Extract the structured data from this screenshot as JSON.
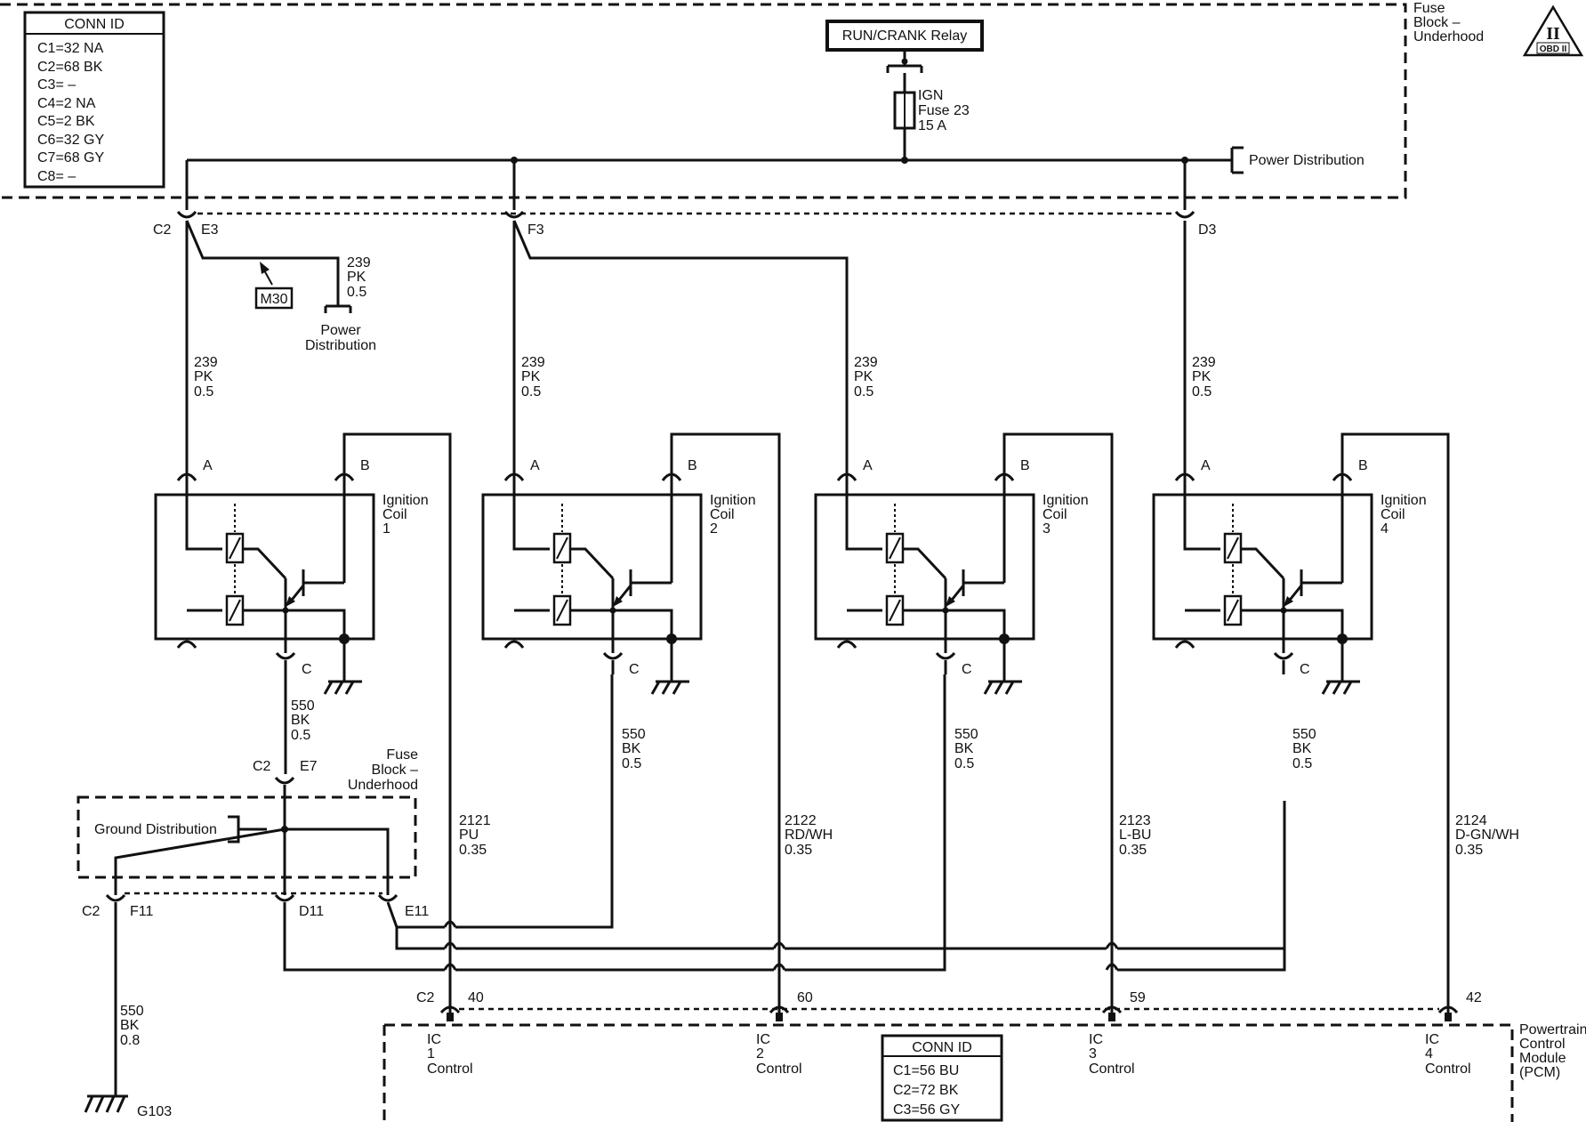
{
  "conn_id_top": {
    "title": "CONN ID",
    "items": [
      "C1=32 NA",
      "C2=68 BK",
      "C3= –",
      "C4=2 NA",
      "C5=2 BK",
      "C6=32 GY",
      "C7=68 GY",
      "C8= –"
    ]
  },
  "conn_id_pcm": {
    "title": "CONN ID",
    "items": [
      "C1=56 BU",
      "C2=72 BK",
      "C3=56 GY"
    ]
  },
  "relay": {
    "label": "RUN/CRANK Relay"
  },
  "fuse": {
    "lines": [
      "IGN",
      "Fuse 23",
      "15 A"
    ]
  },
  "fuse_block_top": {
    "lines": [
      "Fuse",
      "Block –",
      "Underhood"
    ]
  },
  "fuse_block_mid": {
    "lines": [
      "Fuse",
      "Block –",
      "Underhood"
    ]
  },
  "obd_badge": {
    "roman": "II",
    "text": "OBD II"
  },
  "power_distribution_right": "Power Distribution",
  "power_distribution_branch": {
    "lines": [
      "Power",
      "Distribution"
    ]
  },
  "m30": "M30",
  "ground_distribution": "Ground Distribution",
  "ground": "G103",
  "pcm": {
    "lines": [
      "Powertrain",
      "Control",
      "Module",
      "(PCM)"
    ]
  },
  "connectors_top": [
    {
      "conn": "C2",
      "pin": "E3"
    },
    {
      "pin": "F3"
    },
    {
      "pin": "D3"
    }
  ],
  "connector_mid": {
    "conn": "C2",
    "pin": "E7"
  },
  "connectors_ground": [
    {
      "conn": "C2",
      "pin": "F11"
    },
    {
      "pin": "D11"
    },
    {
      "pin": "E11"
    }
  ],
  "pcm_connector": {
    "conn": "C2",
    "pins": [
      "40",
      "60",
      "59",
      "42"
    ]
  },
  "branch_wire": [
    "239",
    "PK",
    "0.5"
  ],
  "feed_wires": [
    [
      "239",
      "PK",
      "0.5"
    ],
    [
      "239",
      "PK",
      "0.5"
    ],
    [
      "239",
      "PK",
      "0.5"
    ],
    [
      "239",
      "PK",
      "0.5"
    ]
  ],
  "coils": [
    {
      "lines": [
        "Ignition",
        "Coil",
        "1"
      ],
      "pins": [
        "A",
        "B",
        "C"
      ],
      "ground_wire": [
        "550",
        "BK",
        "0.5"
      ],
      "control_wire": [
        "2121",
        "PU",
        "0.35"
      ],
      "pcm_label": [
        "IC",
        "1",
        "Control"
      ]
    },
    {
      "lines": [
        "Ignition",
        "Coil",
        "2"
      ],
      "pins": [
        "A",
        "B",
        "C"
      ],
      "ground_wire": [
        "550",
        "BK",
        "0.5"
      ],
      "control_wire": [
        "2122",
        "RD/WH",
        "0.35"
      ],
      "pcm_label": [
        "IC",
        "2",
        "Control"
      ]
    },
    {
      "lines": [
        "Ignition",
        "Coil",
        "3"
      ],
      "pins": [
        "A",
        "B",
        "C"
      ],
      "ground_wire": [
        "550",
        "BK",
        "0.5"
      ],
      "control_wire": [
        "2123",
        "L-BU",
        "0.35"
      ],
      "pcm_label": [
        "IC",
        "3",
        "Control"
      ]
    },
    {
      "lines": [
        "Ignition",
        "Coil",
        "4"
      ],
      "pins": [
        "A",
        "B",
        "C"
      ],
      "ground_wire": [
        "550",
        "BK",
        "0.5"
      ],
      "control_wire": [
        "2124",
        "D-GN/WH",
        "0.35"
      ],
      "pcm_label": [
        "IC",
        "4",
        "Control"
      ]
    }
  ],
  "ground_wire_main": [
    "550",
    "BK",
    "0.8"
  ]
}
